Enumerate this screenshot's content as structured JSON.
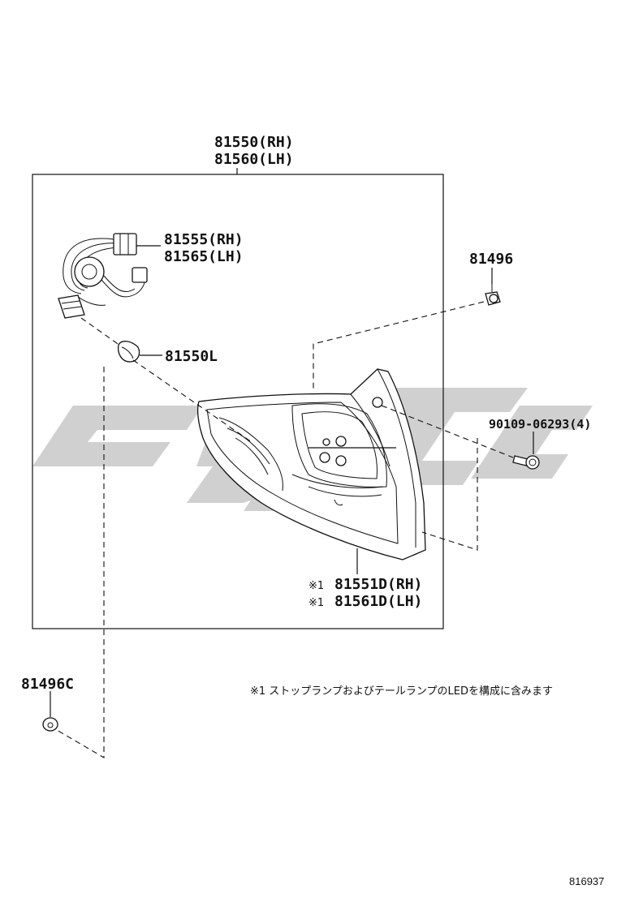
{
  "labels": {
    "assembly_rh": "81550(RH)",
    "assembly_lh": "81560(LH)",
    "socket_rh": "81555(RH)",
    "socket_lh": "81565(LH)",
    "bulb": "81550L",
    "clip_top": "81496",
    "screw": "90109-06293(4)",
    "lens_rh_mark": "※1",
    "lens_rh": "81551D(RH)",
    "lens_lh_mark": "※1",
    "lens_lh": "81561D(LH)",
    "clip_bottom": "81496C"
  },
  "note": "※1 ストップランプおよびテールランプのLEDを構成に含みます",
  "diagram_code": "816937",
  "watermark_color": "#c8c8c8"
}
